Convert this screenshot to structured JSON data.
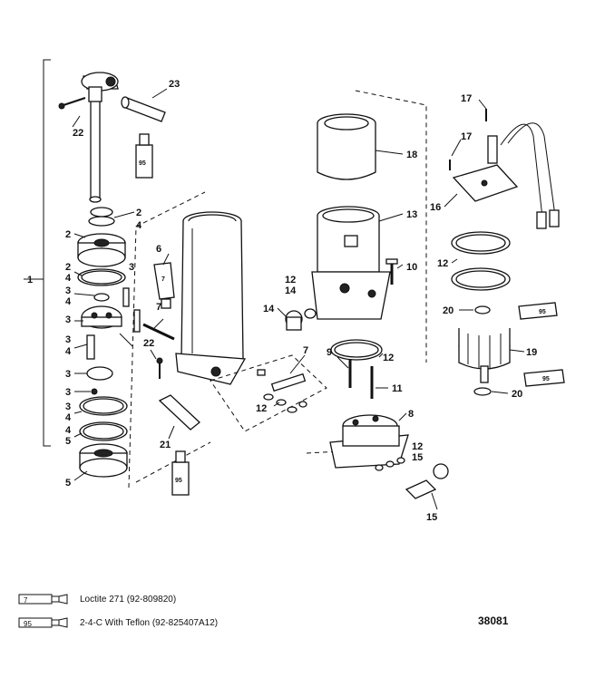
{
  "diagram": {
    "labels": [
      "1",
      "2",
      "3",
      "4",
      "5",
      "6",
      "7",
      "8",
      "9",
      "10",
      "11",
      "12",
      "13",
      "14",
      "15",
      "16",
      "17",
      "18",
      "19",
      "20",
      "21",
      "22",
      "23"
    ],
    "tube_codes": {
      "loctite": "7",
      "grease": "95"
    }
  },
  "legend": [
    {
      "code": "7",
      "text": "Loctite 271 (92-809820)"
    },
    {
      "code": "95",
      "text": "2-4-C  With Teflon (92-825407A12)"
    }
  ],
  "drawing_number": "38081"
}
